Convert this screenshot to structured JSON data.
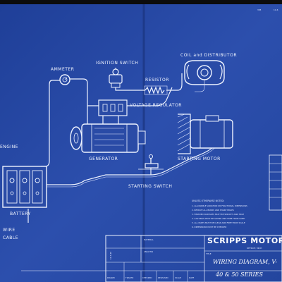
{
  "header": {
    "sheet_code": "338",
    "sheet_code_right": "11-6"
  },
  "labels": {
    "ammeter": "AMMETER",
    "ignition_switch": "IGNITION SWITCH",
    "coil_distributor": "COIL and DISTRIBUTOR",
    "resistor": "RESISTOR",
    "voltage_regulator": "VOLTAGE REGULATOR",
    "engine": "ENGINE",
    "generator": "GENERATOR",
    "starting_motor": "STARTING MOTOR",
    "starting_switch": "STARTING SWITCH",
    "battery": "BATTERY",
    "wire": "WIRE",
    "cable": "CABLE"
  },
  "notes": {
    "heading": "UNLESS OTHERWISE NOTED:",
    "items": [
      "1. ALLOWABLE VARIATION ON FRACTIONAL DIMENSIONS",
      "2. REMOVE ALL BURRS AND SHARP EDGES",
      "3. FINISHED SURFACES MUST BE SMOOTH AND TRUE",
      "4. CASTINGS MUST BE SOUND AND FREE FROM SAND",
      "5. ALL PARTS MUST BE CLEAN AND FREE FROM SCALE",
      "6. DIMENSIONS MUST BE CHECKED"
    ]
  },
  "title_block": {
    "company": "SCRIPPS MOTOR",
    "city": "DETROIT, MICH.",
    "material_label": "MATERIAL",
    "analysis_label": "ANALYSIS",
    "title_label": "TITLE",
    "footer_labels": [
      "DRAWN",
      "TRACED",
      "CHECKED",
      "RELEASED",
      "SCALE",
      "DATE"
    ],
    "date_handwritten": "11-6-46",
    "drawing_title": "WIRING DIAGRAM, V-",
    "series": "40 & 50 SERIES"
  },
  "colors": {
    "blueprint": "#2a4ba6",
    "line": "#eef3ff"
  }
}
